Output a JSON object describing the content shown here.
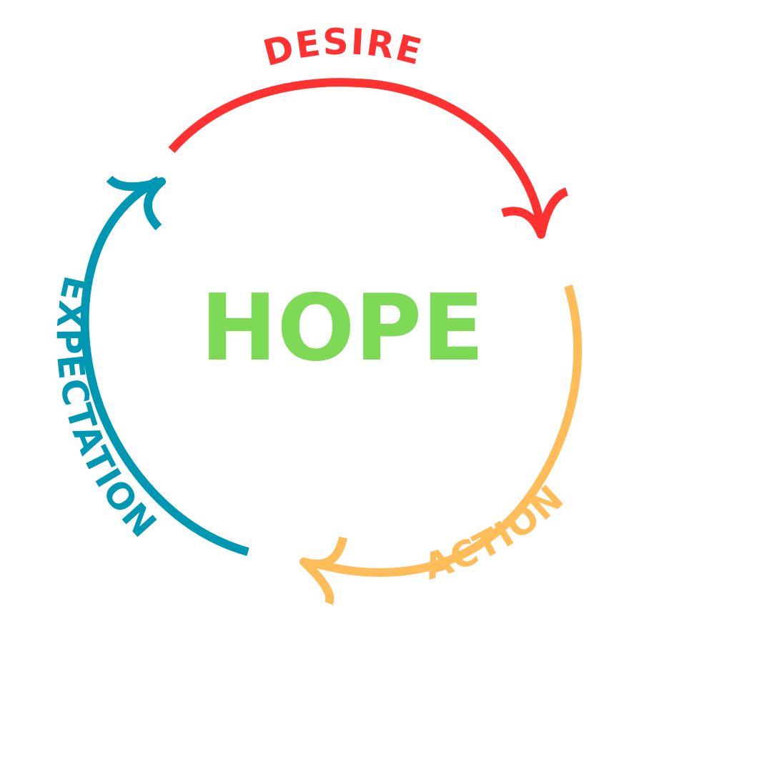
{
  "center": {
    "label": "HOPE",
    "color": "#7ED957"
  },
  "cycle": [
    {
      "label": "DESIRE",
      "color": "#FF3131"
    },
    {
      "label": "ACTION",
      "color": "#FFBD59"
    },
    {
      "label": "EXPECTATION",
      "color": "#0097B2"
    }
  ]
}
